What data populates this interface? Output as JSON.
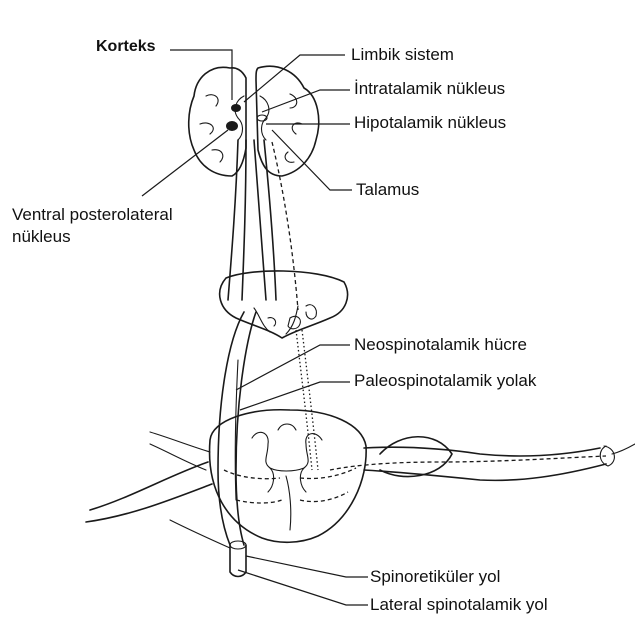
{
  "labels": {
    "korteks": "Korteks",
    "limbik_sistem": "Limbik sistem",
    "intratalamik": "İntratalamik nükleus",
    "hipotalamik": "Hipotalamik nükleus",
    "talamus": "Talamus",
    "ventral_line1": "Ventral posterolateral",
    "ventral_line2": "nükleus",
    "neospinotalamik": "Neospinotalamik hücre",
    "paleospinotalamik": "Paleospinotalamik yolak",
    "spinoretikuler": "Spinoretiküler yol",
    "lateral_spinotalamik": "Lateral spinotalamik yol"
  }
}
